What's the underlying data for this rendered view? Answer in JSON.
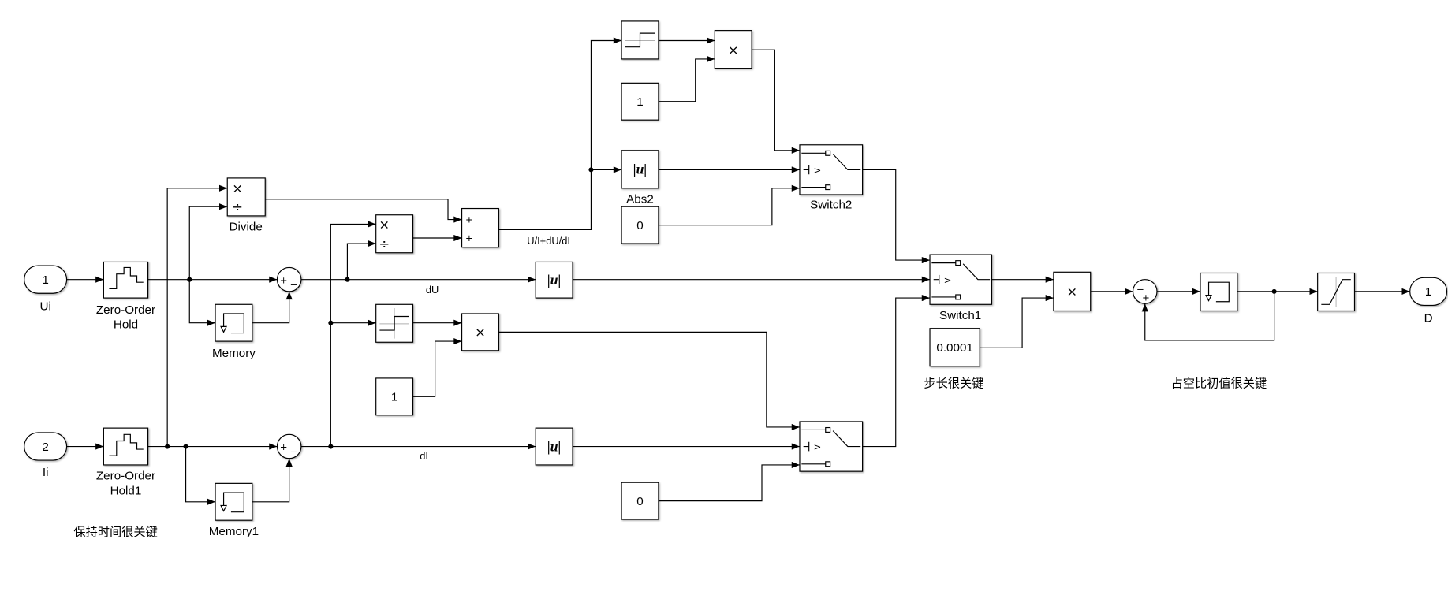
{
  "diagram": {
    "inports": {
      "ui": {
        "number": "1",
        "name": "Ui"
      },
      "ii": {
        "number": "2",
        "name": "Ii"
      }
    },
    "outport": {
      "number": "1",
      "name": "D"
    },
    "zoh": {
      "name_lines": [
        "Zero-Order",
        "Hold"
      ]
    },
    "zoh1": {
      "name_lines": [
        "Zero-Order",
        "Hold1"
      ]
    },
    "divide": {
      "name": "Divide",
      "input_signs": [
        "×",
        "÷"
      ]
    },
    "divide_d": {
      "input_signs": [
        "×",
        "÷"
      ]
    },
    "memory": {
      "name": "Memory"
    },
    "memory1": {
      "name": "Memory1"
    },
    "sum_u": {
      "signs": [
        "+",
        "−"
      ]
    },
    "sum_i": {
      "signs": [
        "+",
        "−"
      ]
    },
    "sum_ratio": {
      "signs": [
        "+",
        "+"
      ]
    },
    "sum_feedback": {
      "signs": [
        "−",
        "+"
      ]
    },
    "abs_du": {
      "symbol": "|u|"
    },
    "abs_di": {
      "symbol": "|u|"
    },
    "abs2": {
      "name": "Abs2",
      "symbol": "|u|"
    },
    "const_one_top": {
      "value": "1"
    },
    "const_zero_top": {
      "value": "0"
    },
    "const_one_mid": {
      "value": "1"
    },
    "const_zero_bottom": {
      "value": "0"
    },
    "const_step": {
      "value": "0.0001"
    },
    "product_top": {
      "symbol": "×"
    },
    "product_mid": {
      "symbol": "×"
    },
    "product_out": {
      "symbol": "×"
    },
    "switch2": {
      "name": "Switch2",
      "criterion": ">"
    },
    "switch1": {
      "name": "Switch1",
      "criterion": ">"
    },
    "switch_lower": {
      "criterion": ">"
    },
    "signals": {
      "ratio": "U/I+dU/dI",
      "du": "dU",
      "di": "dI"
    },
    "annotations": {
      "hold_time": "保持时间很关键",
      "step_size": "步长很关键",
      "duty_init": "占空比初值很关键"
    },
    "colors": {
      "line": "#000000",
      "block_fill": "#ffffff",
      "background": "#ffffff",
      "axis": "#b0b0b0"
    }
  }
}
